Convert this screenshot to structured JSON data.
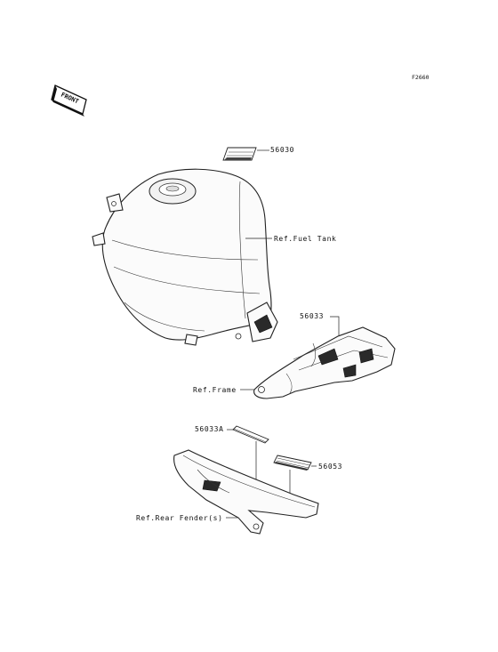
{
  "figure_code": "F2660",
  "front_badge": "FRONT",
  "callouts": {
    "part_56030": "56030",
    "ref_fuel_tank": "Ref.Fuel Tank",
    "part_56033": "56033",
    "ref_frame": "Ref.Frame",
    "part_56033A": "56033A",
    "part_56053": "56053",
    "ref_rear_fender": "Ref.Rear Fender(s)"
  }
}
